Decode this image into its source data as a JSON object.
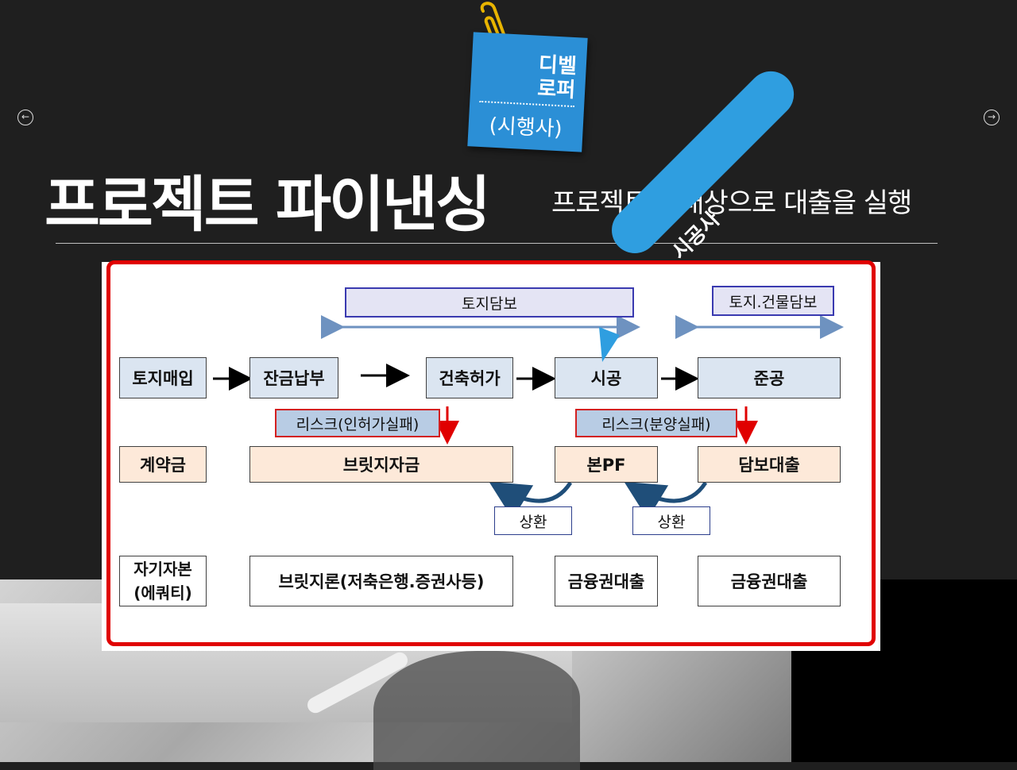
{
  "nav": {
    "prev": "←",
    "next": "→"
  },
  "sticky": {
    "line1": "디벨\n로퍼",
    "line2": "(시행사)"
  },
  "header": {
    "title": "프로젝트 파이낸싱",
    "subtitle": "프로젝트를 대상으로 대출을 실행"
  },
  "callout": {
    "label": "시공사"
  },
  "diagram": {
    "collateral": {
      "land": "토지담보",
      "land_building": "토지.건물담보"
    },
    "stages": [
      "토지매입",
      "잔금납부",
      "건축허가",
      "시공",
      "준공"
    ],
    "risks": {
      "permit": "리스크(인허가실패)",
      "sales": "리스크(분양실패)"
    },
    "funding": [
      "계약금",
      "브릿지자금",
      "본PF",
      "담보대출"
    ],
    "repay": {
      "one": "상환",
      "two": "상환"
    },
    "sources": [
      "자기자본\n(에쿼티)",
      "브릿지론(저축은행.증권사등)",
      "금융권대출",
      "금융권대출"
    ]
  },
  "colors": {
    "accent": "#2f9ee0",
    "frame": "#e00000",
    "stage_fill": "#dbe5f1",
    "funding_fill": "#fde9d9"
  }
}
